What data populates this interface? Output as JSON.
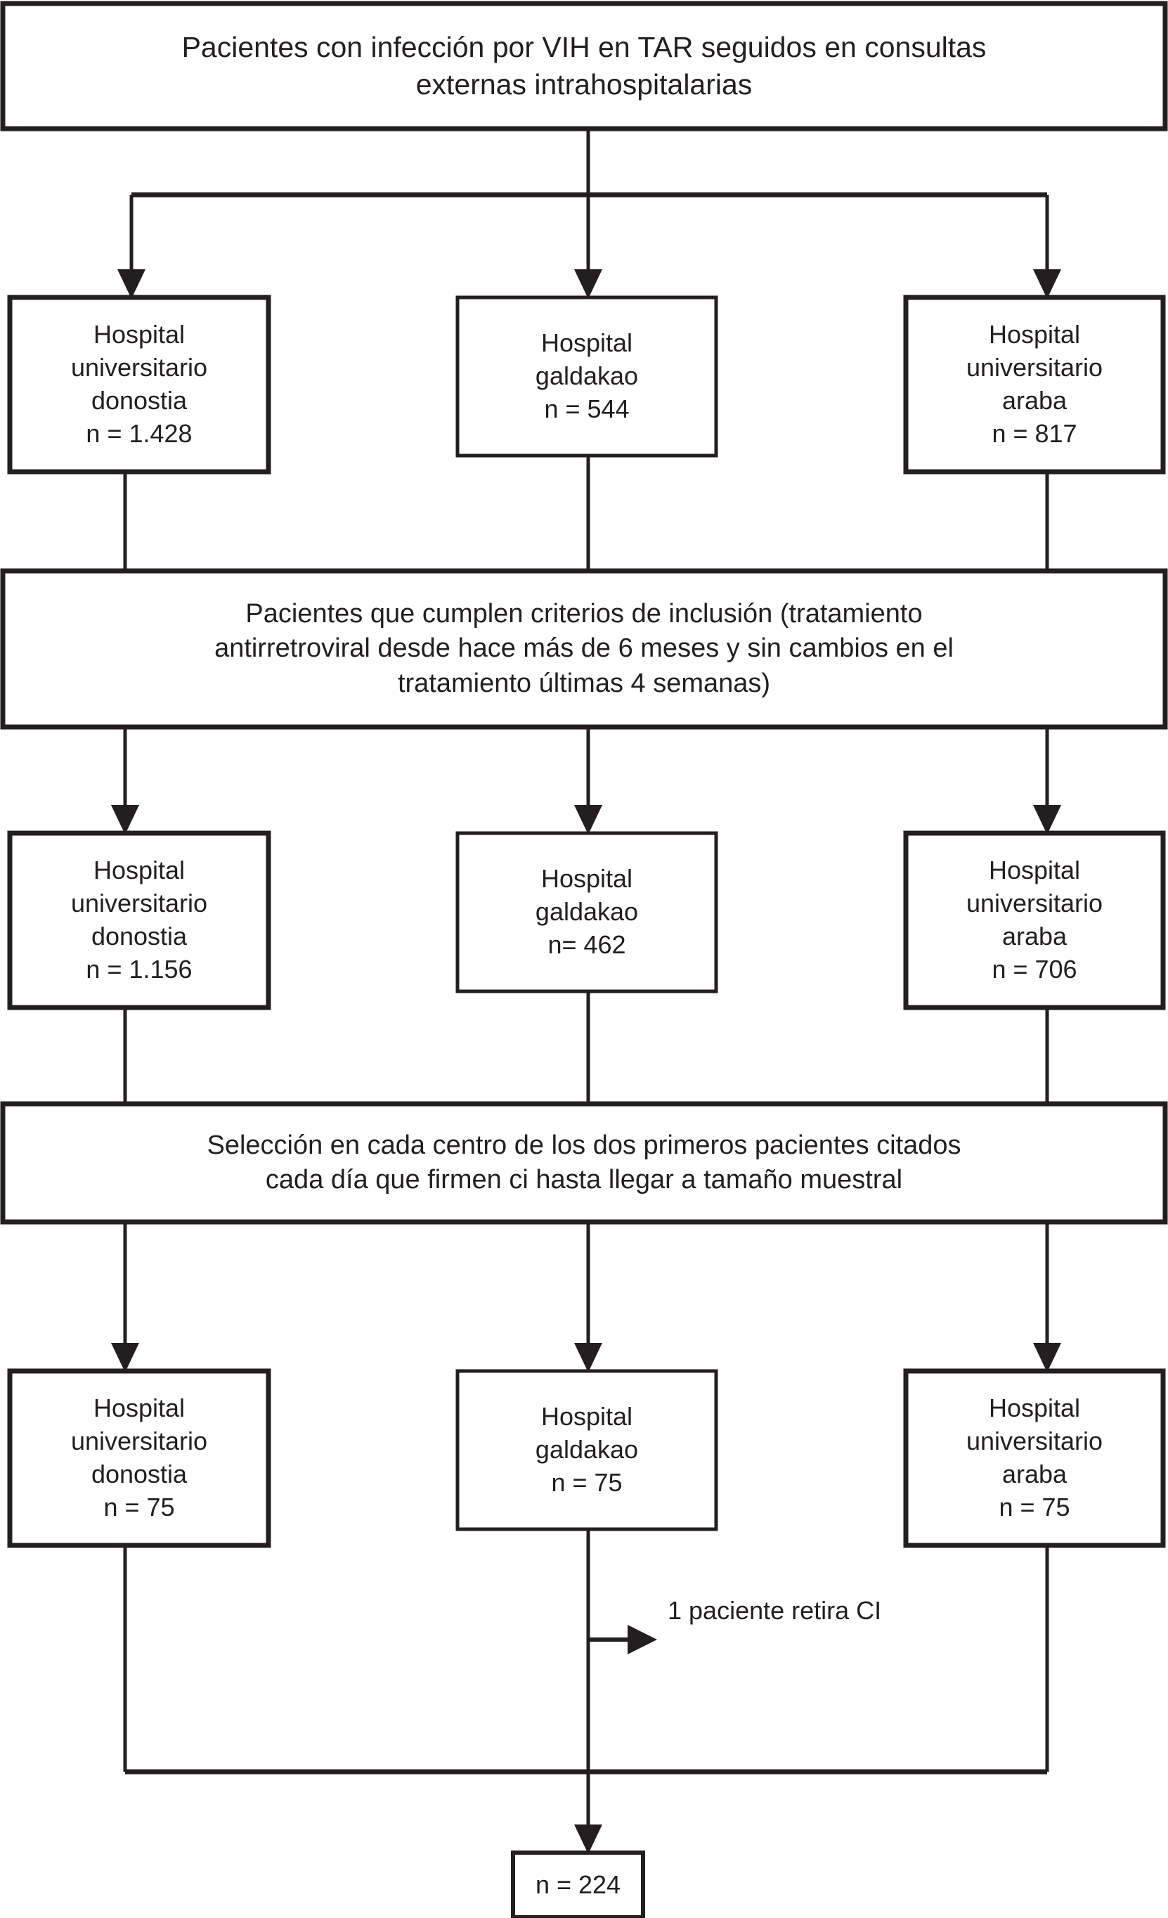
{
  "diagram": {
    "title": "Diagrama de flujo de seleccion de pacientes",
    "type": "flowchart",
    "language": "es",
    "colors": {
      "stroke": "#231f20",
      "fill": "#ffffff",
      "text": "#231f20"
    },
    "nodes": {
      "top": {
        "lines": [
          "Pacientes con infección por VIH en TAR seguidos en consultas",
          "externas intrahospitalarias"
        ]
      },
      "row1": [
        {
          "id": "donostia-1",
          "lines": [
            "Hospital",
            "universitario",
            "donostia",
            "n = 1.428"
          ],
          "hospital": "Hospital universitario donostia",
          "n": "1.428"
        },
        {
          "id": "galdakao-1",
          "lines": [
            "Hospital",
            "galdakao",
            "n = 544"
          ],
          "hospital": "Hospital galdakao",
          "n": "544"
        },
        {
          "id": "araba-1",
          "lines": [
            "Hospital",
            "universitario",
            "araba",
            "n = 817"
          ],
          "hospital": "Hospital universitario araba",
          "n": "817"
        }
      ],
      "criteria": {
        "lines": [
          "Pacientes que cumplen criterios de inclusión (tratamiento",
          "antirretroviral desde hace más de 6 meses y sin cambios en el",
          "tratamiento últimas 4 semanas)"
        ]
      },
      "row2": [
        {
          "id": "donostia-2",
          "lines": [
            "Hospital",
            "universitario",
            "donostia",
            "n = 1.156"
          ],
          "hospital": "Hospital universitario donostia",
          "n": "1.156"
        },
        {
          "id": "galdakao-2",
          "lines": [
            "Hospital",
            "galdakao",
            "n= 462"
          ],
          "hospital": "Hospital galdakao",
          "n": "462"
        },
        {
          "id": "araba-2",
          "lines": [
            "Hospital",
            "universitario",
            "araba",
            "n = 706"
          ],
          "hospital": "Hospital universitario araba",
          "n": "706"
        }
      ],
      "selection": {
        "lines": [
          "Selección en cada centro de los dos primeros pacientes citados",
          "cada día que firmen ci hasta llegar a tamaño muestral"
        ]
      },
      "row3": [
        {
          "id": "donostia-3",
          "lines": [
            "Hospital",
            "universitario",
            "donostia",
            "n = 75"
          ],
          "hospital": "Hospital universitario donostia",
          "n": "75"
        },
        {
          "id": "galdakao-3",
          "lines": [
            "Hospital",
            "galdakao",
            "n = 75"
          ],
          "hospital": "Hospital galdakao",
          "n": "75"
        },
        {
          "id": "araba-3",
          "lines": [
            "Hospital",
            "universitario",
            "araba",
            "n = 75"
          ],
          "hospital": "Hospital universitario araba",
          "n": "75"
        }
      ],
      "withdrawal": {
        "lines": [
          "1 paciente",
          "retira CI"
        ],
        "count": "1"
      },
      "final": {
        "lines": [
          "n = 224"
        ],
        "n": "224"
      }
    }
  }
}
